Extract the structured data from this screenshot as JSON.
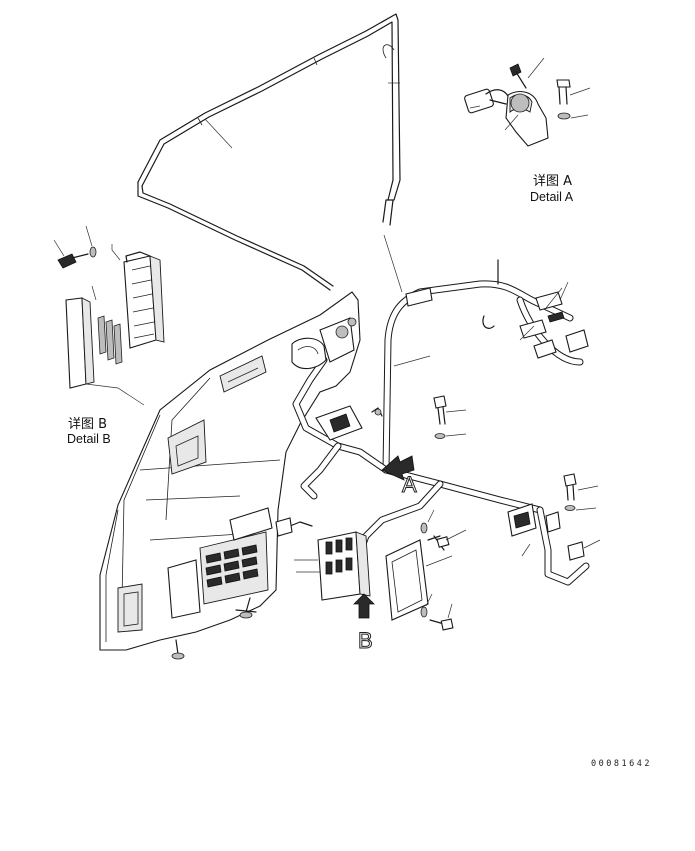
{
  "labels": {
    "detail_a_cn": "详图 A",
    "detail_a_en": "Detail A",
    "detail_b_cn": "详图 B",
    "detail_b_en": "Detail B",
    "view_a": "A",
    "view_b": "B",
    "drawing_number": "00081642"
  }
}
